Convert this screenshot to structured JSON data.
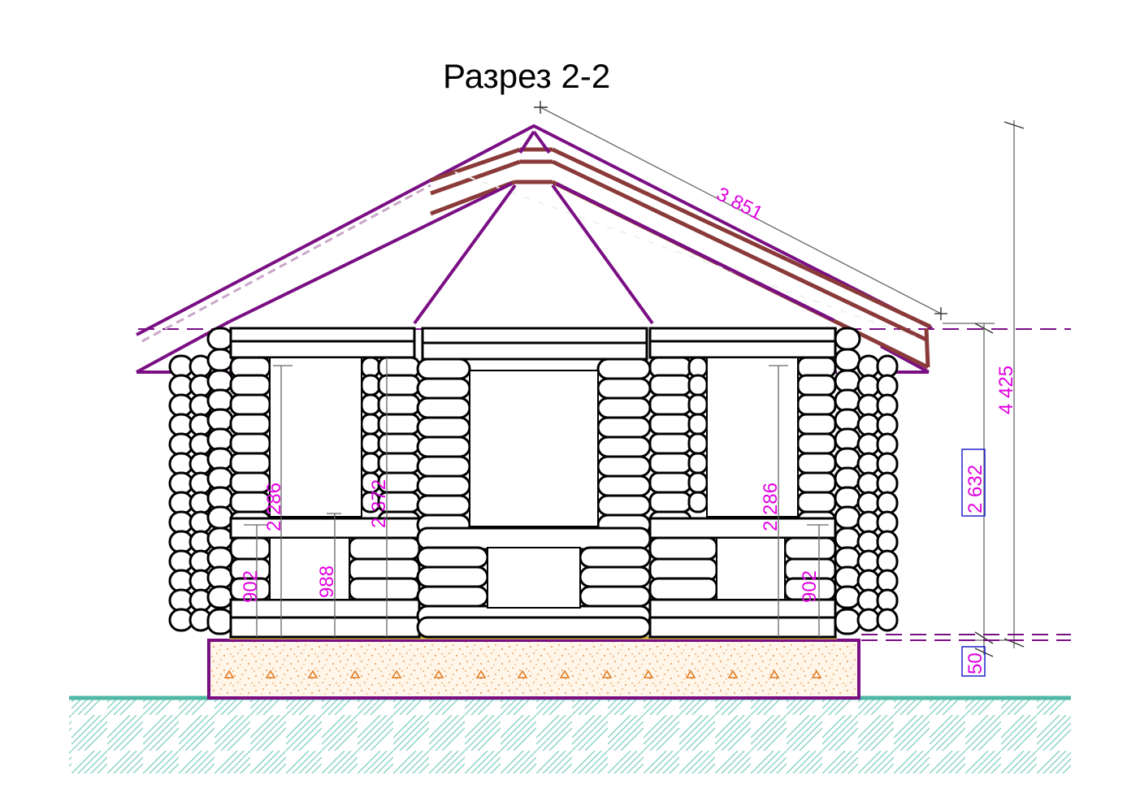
{
  "title": "Разрез 2-2",
  "dimensions": {
    "rafter_length": "3 851",
    "total_height": "4 425",
    "wall_height": "2 632",
    "plinth_height": "50",
    "left_window_height": "2 286",
    "left_door_height": "2 372",
    "left_sill_height": "902",
    "door_sill_height": "988",
    "right_window_height": "2 286",
    "right_sill_height": "902"
  },
  "colors": {
    "roof": "#7a0f84",
    "rafters": "#8b3a3a",
    "dimension_text": "#e000e0",
    "ground_line": "#4fb8a4",
    "ground_hatch": "#7fd0c0",
    "foundation_fill": "#fff1df",
    "foundation_dots": "#e07a20"
  }
}
